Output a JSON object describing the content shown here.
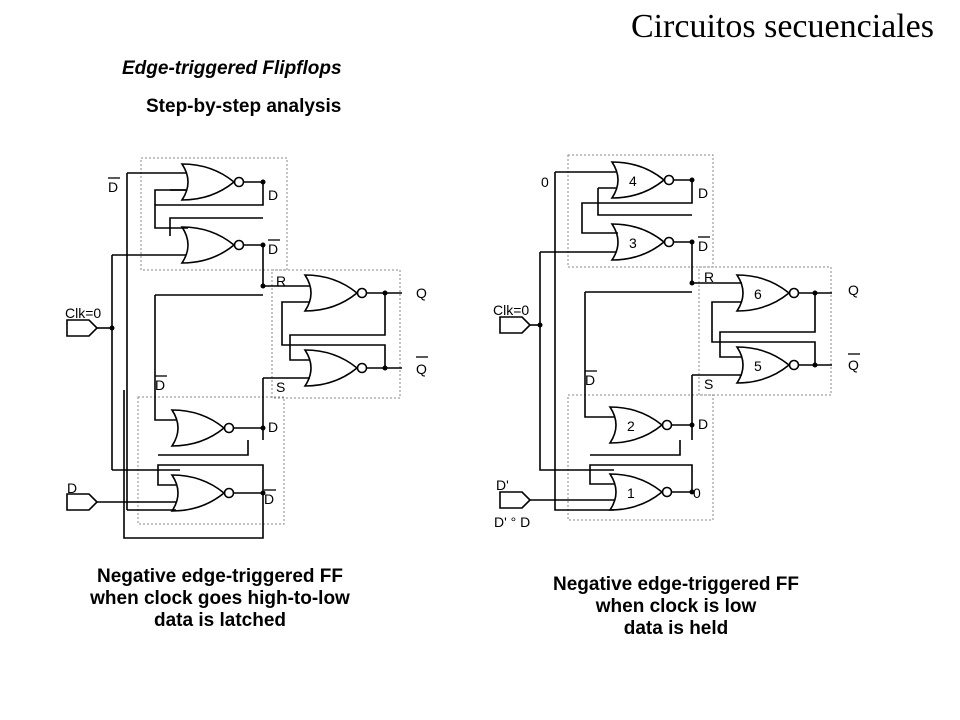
{
  "slide": {
    "title": "Circuitos secuenciales",
    "subtitle": "Edge-triggered Flipflops",
    "subtitle2": "Step-by-step analysis"
  },
  "left_circuit": {
    "input_dbar_top": "D",
    "label_d_top": "D",
    "label_dbar_top2": "D",
    "label_r": "R",
    "label_s": "S",
    "label_q": "Q",
    "label_qbar": "Q",
    "clk_label": "Clk=0",
    "label_dbar_mid": "D",
    "label_d_mid": "D",
    "label_dbar_bottom": "D",
    "input_d": "D",
    "caption": [
      "Negative edge-triggered FF",
      "when clock goes high-to-low",
      "data is latched"
    ]
  },
  "right_circuit": {
    "input_zero_top": "0",
    "gate_4": "4",
    "gate_3": "3",
    "gate_6": "6",
    "gate_5": "5",
    "gate_2": "2",
    "gate_1": "1",
    "label_d_top": "D",
    "label_dbar_top2": "D",
    "label_r": "R",
    "label_s": "S",
    "label_q": "Q",
    "label_qbar": "Q",
    "clk_label": "Clk=0",
    "label_dbar_mid": "D",
    "label_d_mid": "D",
    "label_zero_out": "0",
    "input_dprime": "D'",
    "label_dprime_d": "D' ° D",
    "caption": [
      "Negative edge-triggered FF",
      "when clock is low",
      "data is held"
    ]
  }
}
